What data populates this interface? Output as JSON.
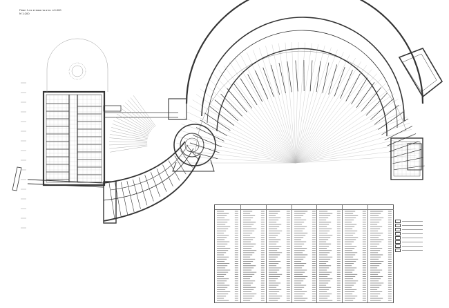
{
  "sheet": {
    "title_line1": "План 1-го этажа на отм. ±0.000",
    "title_line2": "М 1:200"
  },
  "schedule": {
    "column_count": 7,
    "rows_per_column": 42
  },
  "colors": {
    "line": "#3a3a3a",
    "light_line": "#b5b5b5",
    "grid": "#9a9a9a",
    "paper": "#ffffff"
  }
}
